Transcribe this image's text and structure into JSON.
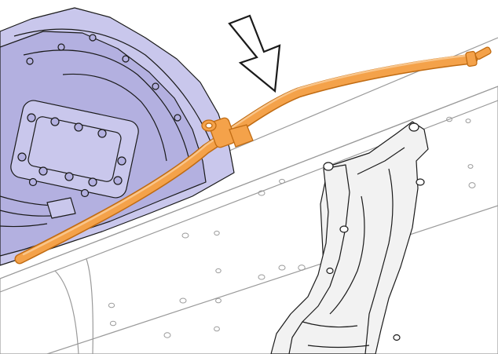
{
  "colors": {
    "background": "#ffffff",
    "line": "#1a1a1a",
    "frame_line": "#9a9a9a",
    "transmission_fill": "#c9c7ec",
    "transmission_shade": "#b3b0e0",
    "tube_fill": "#f4a24a",
    "tube_highlight": "#f9c58a",
    "tube_outline": "#c06b12",
    "bracket_fill": "#f2f2f2",
    "arrow_fill": "#ffffff"
  },
  "icons": {
    "callout": "hollow-down-arrow-icon",
    "highlighted_part": "orange-breather-tube",
    "components": [
      "transmission-housing",
      "chassis-frame-rail",
      "mounting-bracket",
      "tube-clamp",
      "tube-end-fitting"
    ]
  }
}
